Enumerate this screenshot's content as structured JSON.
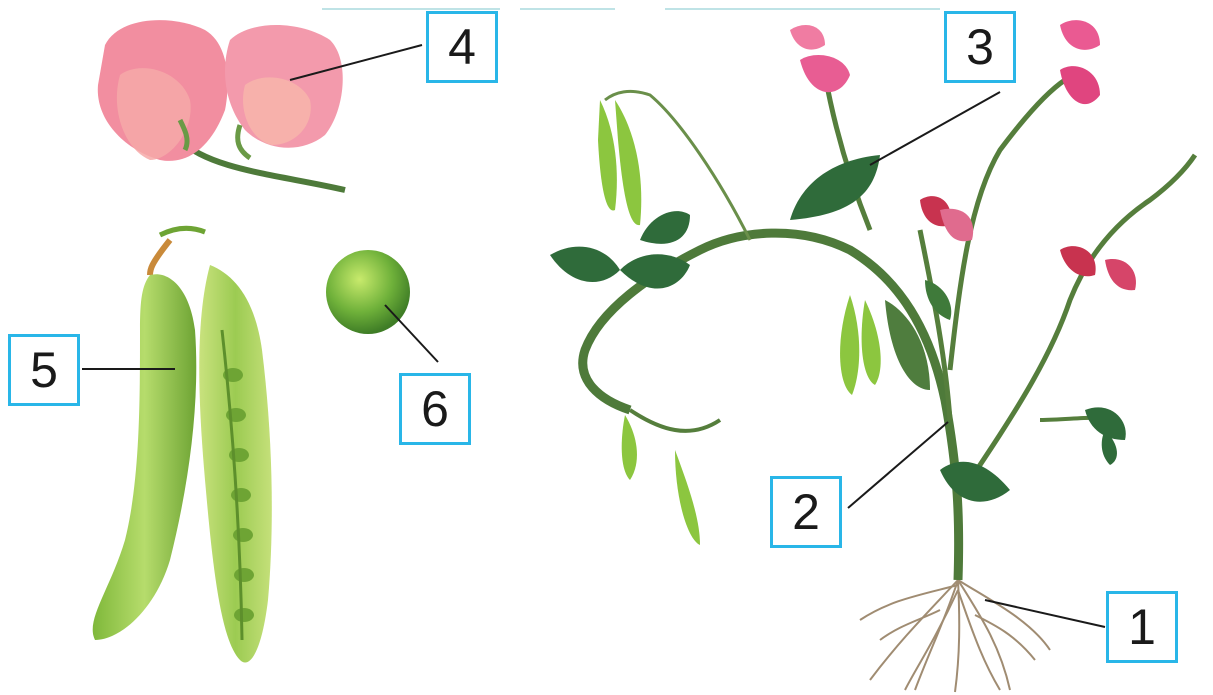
{
  "labels": [
    {
      "id": "root",
      "number": "1"
    },
    {
      "id": "stem",
      "number": "2"
    },
    {
      "id": "leaf",
      "number": "3"
    },
    {
      "id": "flower",
      "number": "4"
    },
    {
      "id": "pod",
      "number": "5"
    },
    {
      "id": "seed",
      "number": "6"
    }
  ],
  "colors": {
    "label_border": "#29b6e8",
    "leader_line": "#1a1a1a",
    "flower_pink": "#f28ea0",
    "flower_red": "#c8334f",
    "pod_green": "#8cc63f",
    "stem_green": "#4e7a3a",
    "leaf_green": "#2f6b3a",
    "root_brown": "#a08c72"
  }
}
